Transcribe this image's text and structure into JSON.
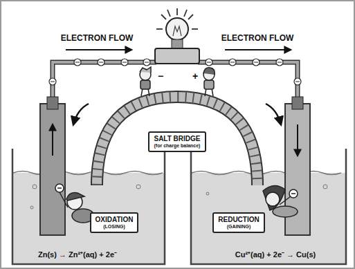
{
  "diagram": {
    "nodes": [
      {
        "text": [
          "SALT BRIDGE",
          "(for charge balance)"
        ]
      },
      {
        "text": [
          "OXIDATION",
          "(LOSING)"
        ]
      },
      {
        "text": [
          "REDUCTION",
          "(GAINING)"
        ]
      }
    ],
    "labels": [
      "ELECTRON FLOW",
      "ELECTRON FLOW",
      "−",
      "+",
      "Zn(s) → Zn²⁺(aq) + 2e⁻",
      "Cu²⁺(aq) + 2e⁻ → Cu(s)"
    ]
  }
}
